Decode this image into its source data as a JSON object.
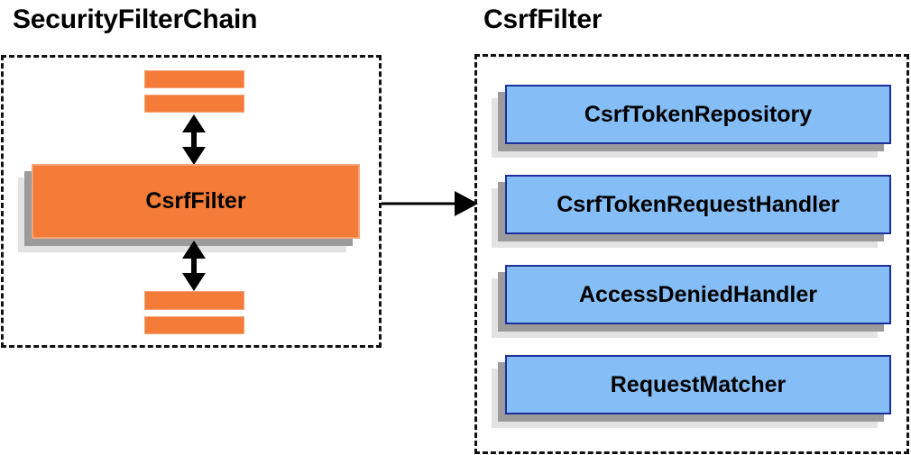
{
  "diagram": {
    "title_left": "SecurityFilterChain",
    "title_right": "CsrfFilter",
    "colors": {
      "orange_fill": "#f47c38",
      "orange_border": "#f7a277",
      "blue_fill": "#85bdf6",
      "blue_border": "#1c2f9c",
      "shadow_near": "#9b9b9b",
      "shadow_far": "#e3e3e3",
      "outline": "#111111",
      "arrow": "#000000"
    }
  },
  "left_panel": {
    "group_label": "SecurityFilterChain",
    "filter_box_label": "CsrfFilter",
    "top_bars": [
      "filter-bar-top-1",
      "filter-bar-top-2"
    ],
    "bottom_bars": [
      "filter-bar-bottom-1",
      "filter-bar-bottom-2"
    ],
    "arrow_up_label": "bidirectional-filter-chain-link-above",
    "arrow_down_label": "bidirectional-filter-chain-link-below"
  },
  "right_panel": {
    "group_label": "CsrfFilter",
    "collaborators": [
      {
        "label": "CsrfTokenRepository"
      },
      {
        "label": "CsrfTokenRequestHandler"
      },
      {
        "label": "AccessDeniedHandler"
      },
      {
        "label": "RequestMatcher"
      }
    ]
  },
  "connector": {
    "label": "csrffilter-to-collaborators-arrow",
    "direction": "right"
  }
}
